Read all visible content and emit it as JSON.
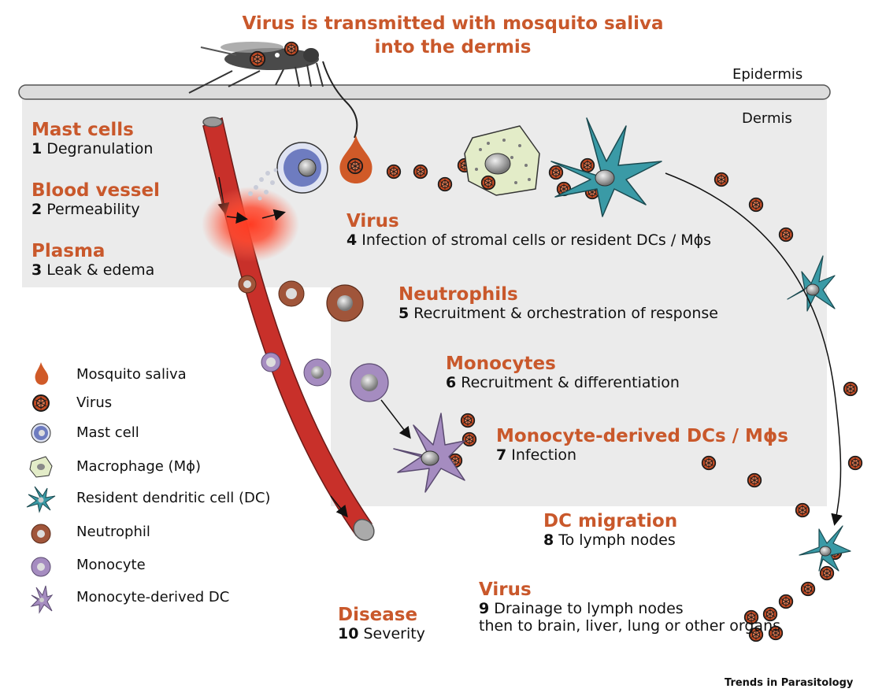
{
  "title": {
    "line1": "Virus is transmitted with mosquito saliva",
    "line2": "into the dermis"
  },
  "layers": {
    "epidermis": "Epidermis",
    "dermis": "Dermis"
  },
  "steps": [
    {
      "heading": "Mast cells",
      "number": "1",
      "text": "Degranulation"
    },
    {
      "heading": "Blood vessel",
      "number": "2",
      "text": "Permeability"
    },
    {
      "heading": "Plasma",
      "number": "3",
      "text": "Leak & edema"
    },
    {
      "heading": "Virus",
      "number": "4",
      "text": "Infection of stromal cells or resident DCs / Mϕs"
    },
    {
      "heading": "Neutrophils",
      "number": "5",
      "text": "Recruitment & orchestration of response"
    },
    {
      "heading": "Monocytes",
      "number": "6",
      "text": "Recruitment & differentiation"
    },
    {
      "heading": "Monocyte-derived DCs / Mϕs",
      "number": "7",
      "text": "Infection"
    },
    {
      "heading": "DC migration",
      "number": "8",
      "text": "To lymph nodes"
    },
    {
      "heading": "Virus",
      "number": "9",
      "text": "Drainage to lymph nodes",
      "text2": "then to brain, liver, lung or other organs"
    },
    {
      "heading": "Disease",
      "number": "10",
      "text": "Severity"
    }
  ],
  "legend": [
    {
      "icon": "mosquito-saliva-icon",
      "label": "Mosquito saliva"
    },
    {
      "icon": "virus-icon",
      "label": "Virus"
    },
    {
      "icon": "mast-cell-icon",
      "label": "Mast cell"
    },
    {
      "icon": "macrophage-icon",
      "label": "Macrophage (Mϕ)"
    },
    {
      "icon": "resident-dc-icon",
      "label": "Resident dendritic cell (DC)"
    },
    {
      "icon": "neutrophil-icon",
      "label": "Neutrophil"
    },
    {
      "icon": "monocyte-icon",
      "label": "Monocyte"
    },
    {
      "icon": "monocyte-derived-dc-icon",
      "label": "Monocyte-derived DC"
    }
  ],
  "credit": "Trends in Parasitology",
  "colors": {
    "accent": "#c9582b",
    "dermis": "#ececec",
    "vessel": "#c8302a",
    "dc": "#3a9aa6",
    "neutrophil": "#a0553a",
    "monocyte": "#a58cc0",
    "macrophage": "#e3ecc8",
    "mast": "#5a6ab0"
  }
}
